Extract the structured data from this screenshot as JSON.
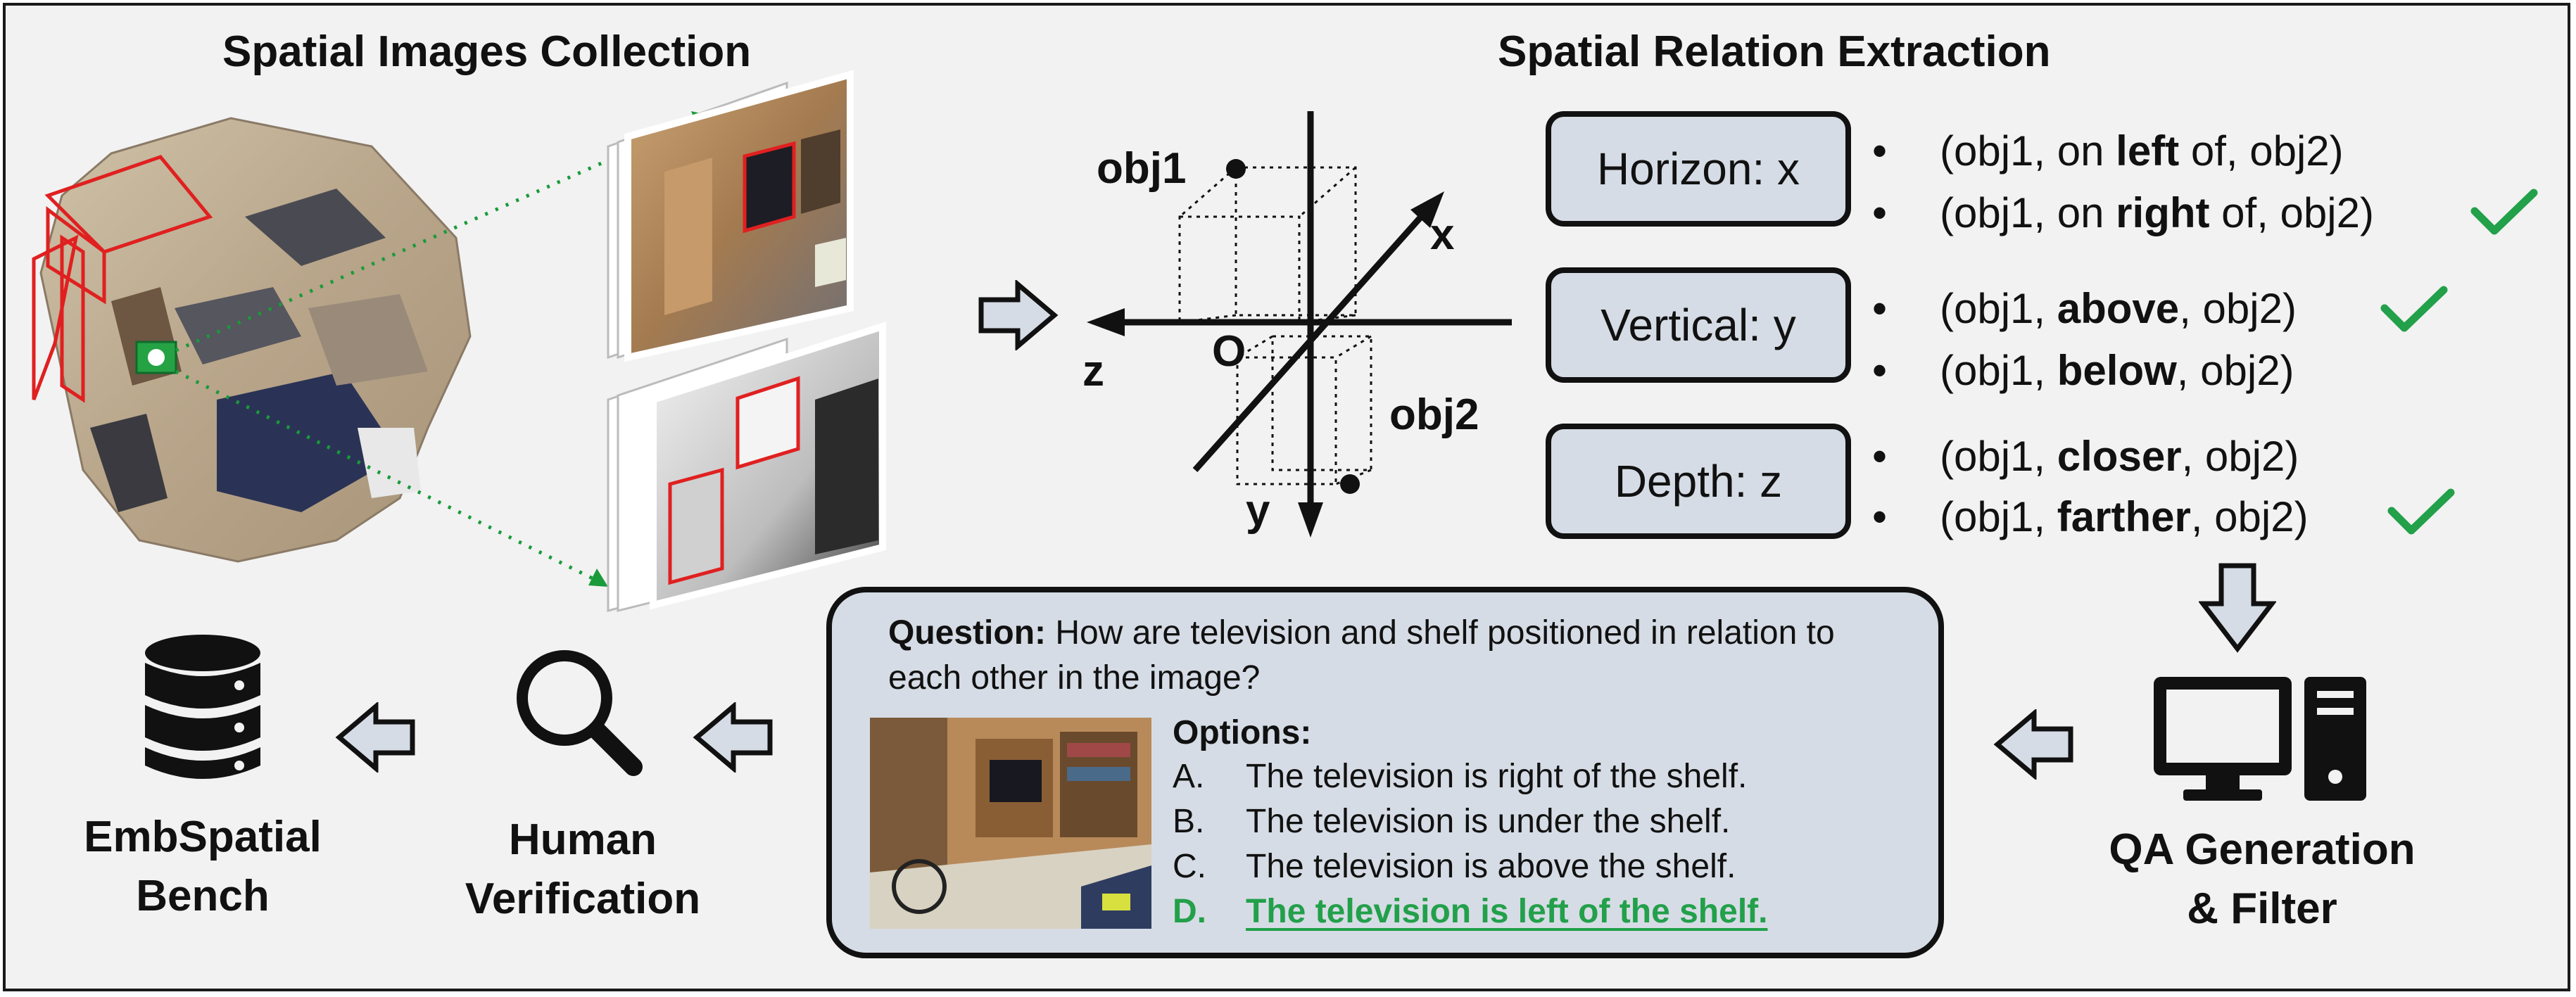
{
  "sections": {
    "collection_title": "Spatial Images Collection",
    "extraction_title": "Spatial Relation Extraction"
  },
  "axes_diagram": {
    "obj1": "obj1",
    "obj2": "obj2",
    "x": "x",
    "y": "y",
    "z": "z",
    "origin": "O"
  },
  "relations": [
    {
      "axis_label": "Horizon: x",
      "items": [
        {
          "pre": "(obj1, on ",
          "bold": "left",
          "post": " of, obj2)",
          "correct": false
        },
        {
          "pre": "(obj1, on ",
          "bold": "right",
          "post": " of, obj2)",
          "correct": true
        }
      ]
    },
    {
      "axis_label": "Vertical: y",
      "items": [
        {
          "pre": "(obj1, ",
          "bold": "above",
          "post": ", obj2)",
          "correct": true
        },
        {
          "pre": "(obj1, ",
          "bold": "below",
          "post": ", obj2)",
          "correct": false
        }
      ]
    },
    {
      "axis_label": "Depth: z",
      "items": [
        {
          "pre": "(obj1, ",
          "bold": "closer",
          "post": ", obj2)",
          "correct": false
        },
        {
          "pre": "(obj1, ",
          "bold": "farther",
          "post": ", obj2)",
          "correct": true
        }
      ]
    }
  ],
  "qa_card": {
    "question_label": "Question:",
    "question_text": "How are television and shelf positioned in relation to each other in the image?",
    "options_label": "Options:",
    "options": [
      {
        "letter": "A.",
        "text": "The television is right of the shelf.",
        "correct": false
      },
      {
        "letter": "B.",
        "text": "The television is under the shelf.",
        "correct": false
      },
      {
        "letter": "C.",
        "text": "The television is above the shelf.",
        "correct": false
      },
      {
        "letter": "D.",
        "text": "The television is left of the shelf.",
        "correct": true
      }
    ]
  },
  "steps": {
    "qa_generation": "QA Generation\n& Filter",
    "human_verification": "Human\nVerification",
    "bench": "EmbSpatial\nBench"
  },
  "icons": [
    "database-icon",
    "magnifier-icon",
    "computer-icon",
    "checkmark-icon",
    "arrow-icon"
  ],
  "colors": {
    "background": "#f2f2f2",
    "box_fill": "#d6dce5",
    "correct_green": "#22a04a",
    "highlight_red": "#e02020",
    "dotted_green": "#1a9a3a"
  }
}
